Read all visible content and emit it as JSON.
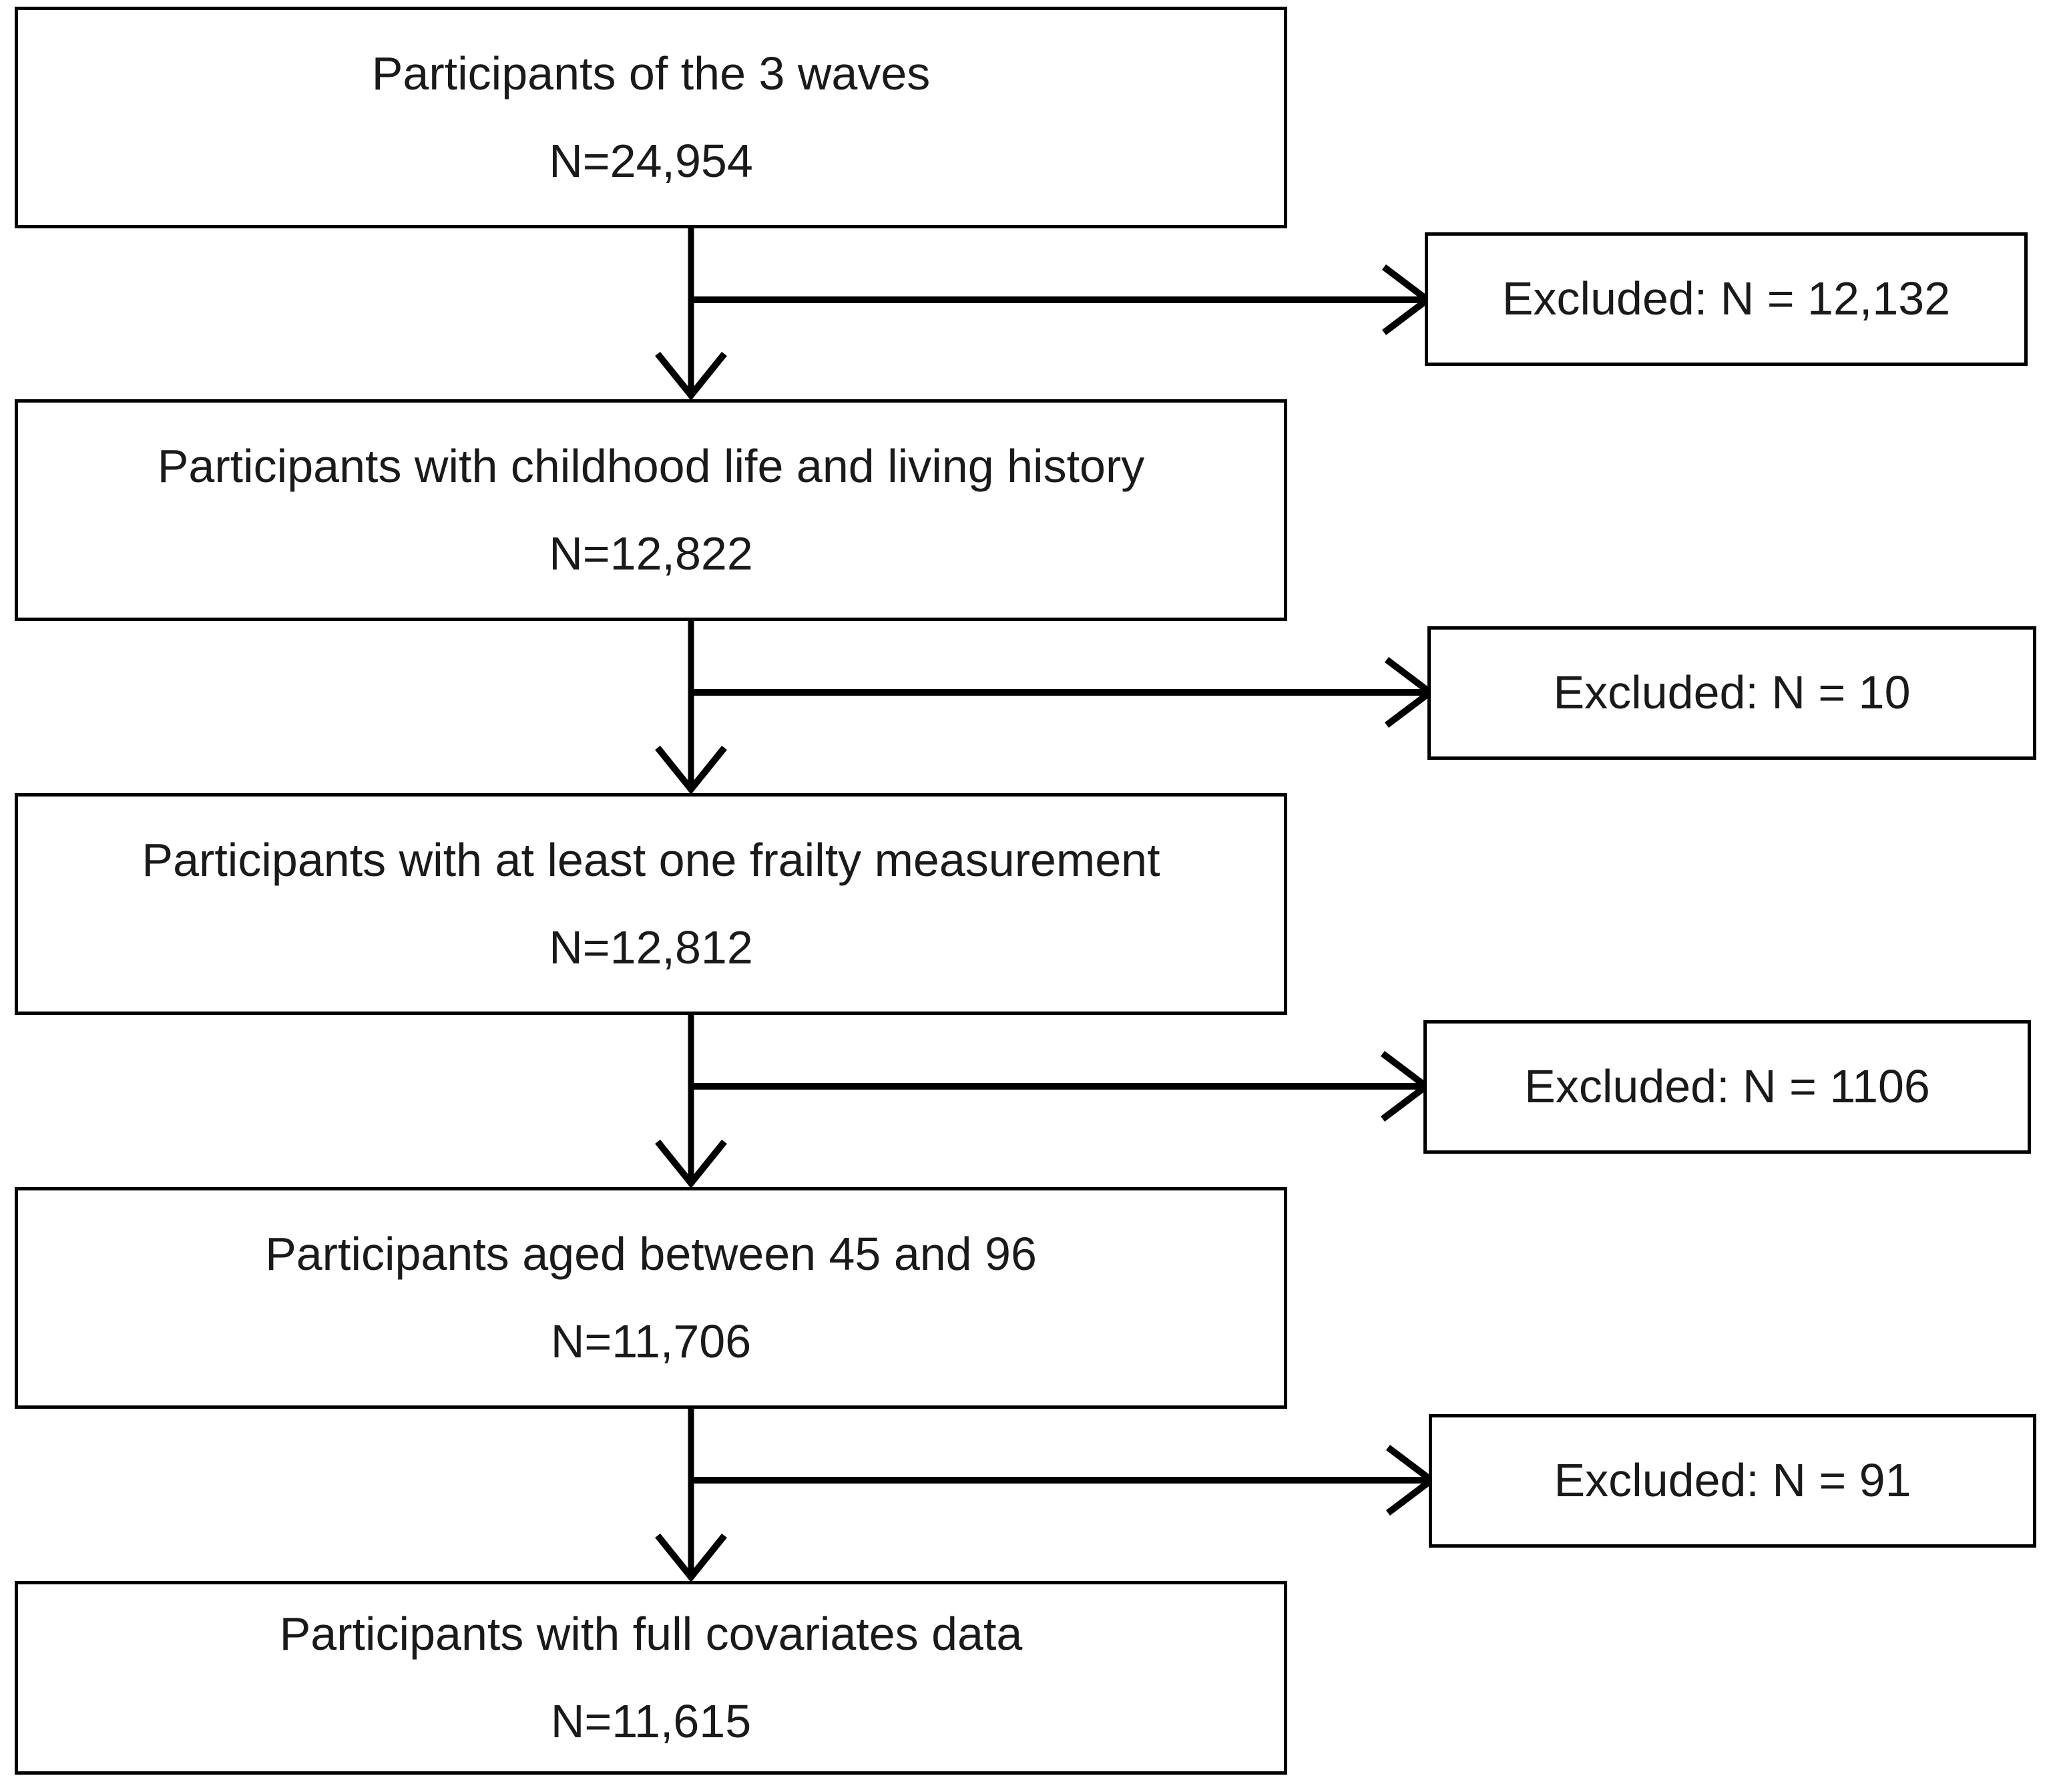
{
  "diagram": {
    "type": "flowchart",
    "orientation": "vertical-with-side-exclusions",
    "colors": {
      "background": "#ffffff",
      "box_border": "#000000",
      "text": "#1a1a1a",
      "connector": "#000000"
    },
    "main_boxes": [
      {
        "id": "box-participants-3-waves",
        "title": "Participants of the 3 waves",
        "count": "N=24,954"
      },
      {
        "id": "box-childhood-history",
        "title": "Participants with childhood life and living history",
        "count": "N=12,822"
      },
      {
        "id": "box-frailty-measurement",
        "title": "Participants with at least one frailty measurement",
        "count": "N=12,812"
      },
      {
        "id": "box-age-range",
        "title": "Participants aged between 45 and 96",
        "count": "N=11,706"
      },
      {
        "id": "box-full-covariates",
        "title": "Participants with full covariates data",
        "count": "N=11,615"
      }
    ],
    "exclusion_boxes": [
      {
        "id": "excl-1",
        "label": "Excluded: N = 12,132"
      },
      {
        "id": "excl-2",
        "label": "Excluded: N = 10"
      },
      {
        "id": "excl-3",
        "label": "Excluded: N = 1106"
      },
      {
        "id": "excl-4",
        "label": "Excluded: N = 91"
      }
    ]
  }
}
